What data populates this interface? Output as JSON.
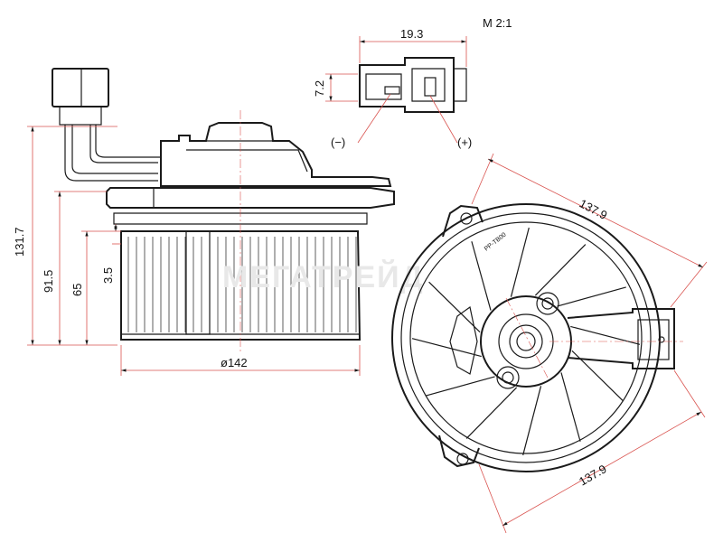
{
  "scale": "M 2:1",
  "connector": {
    "width": "19.3",
    "height": "7.2",
    "negative": "(−)",
    "positive": "(+)"
  },
  "side_view": {
    "total_height": "131.7",
    "body_height": "91.5",
    "wheel_height": "65",
    "offset": "3.5",
    "diameter": "ø142"
  },
  "front_view": {
    "diagonal": "137.9",
    "bottom": "137.9",
    "part_code": "PP-TB00"
  }
}
